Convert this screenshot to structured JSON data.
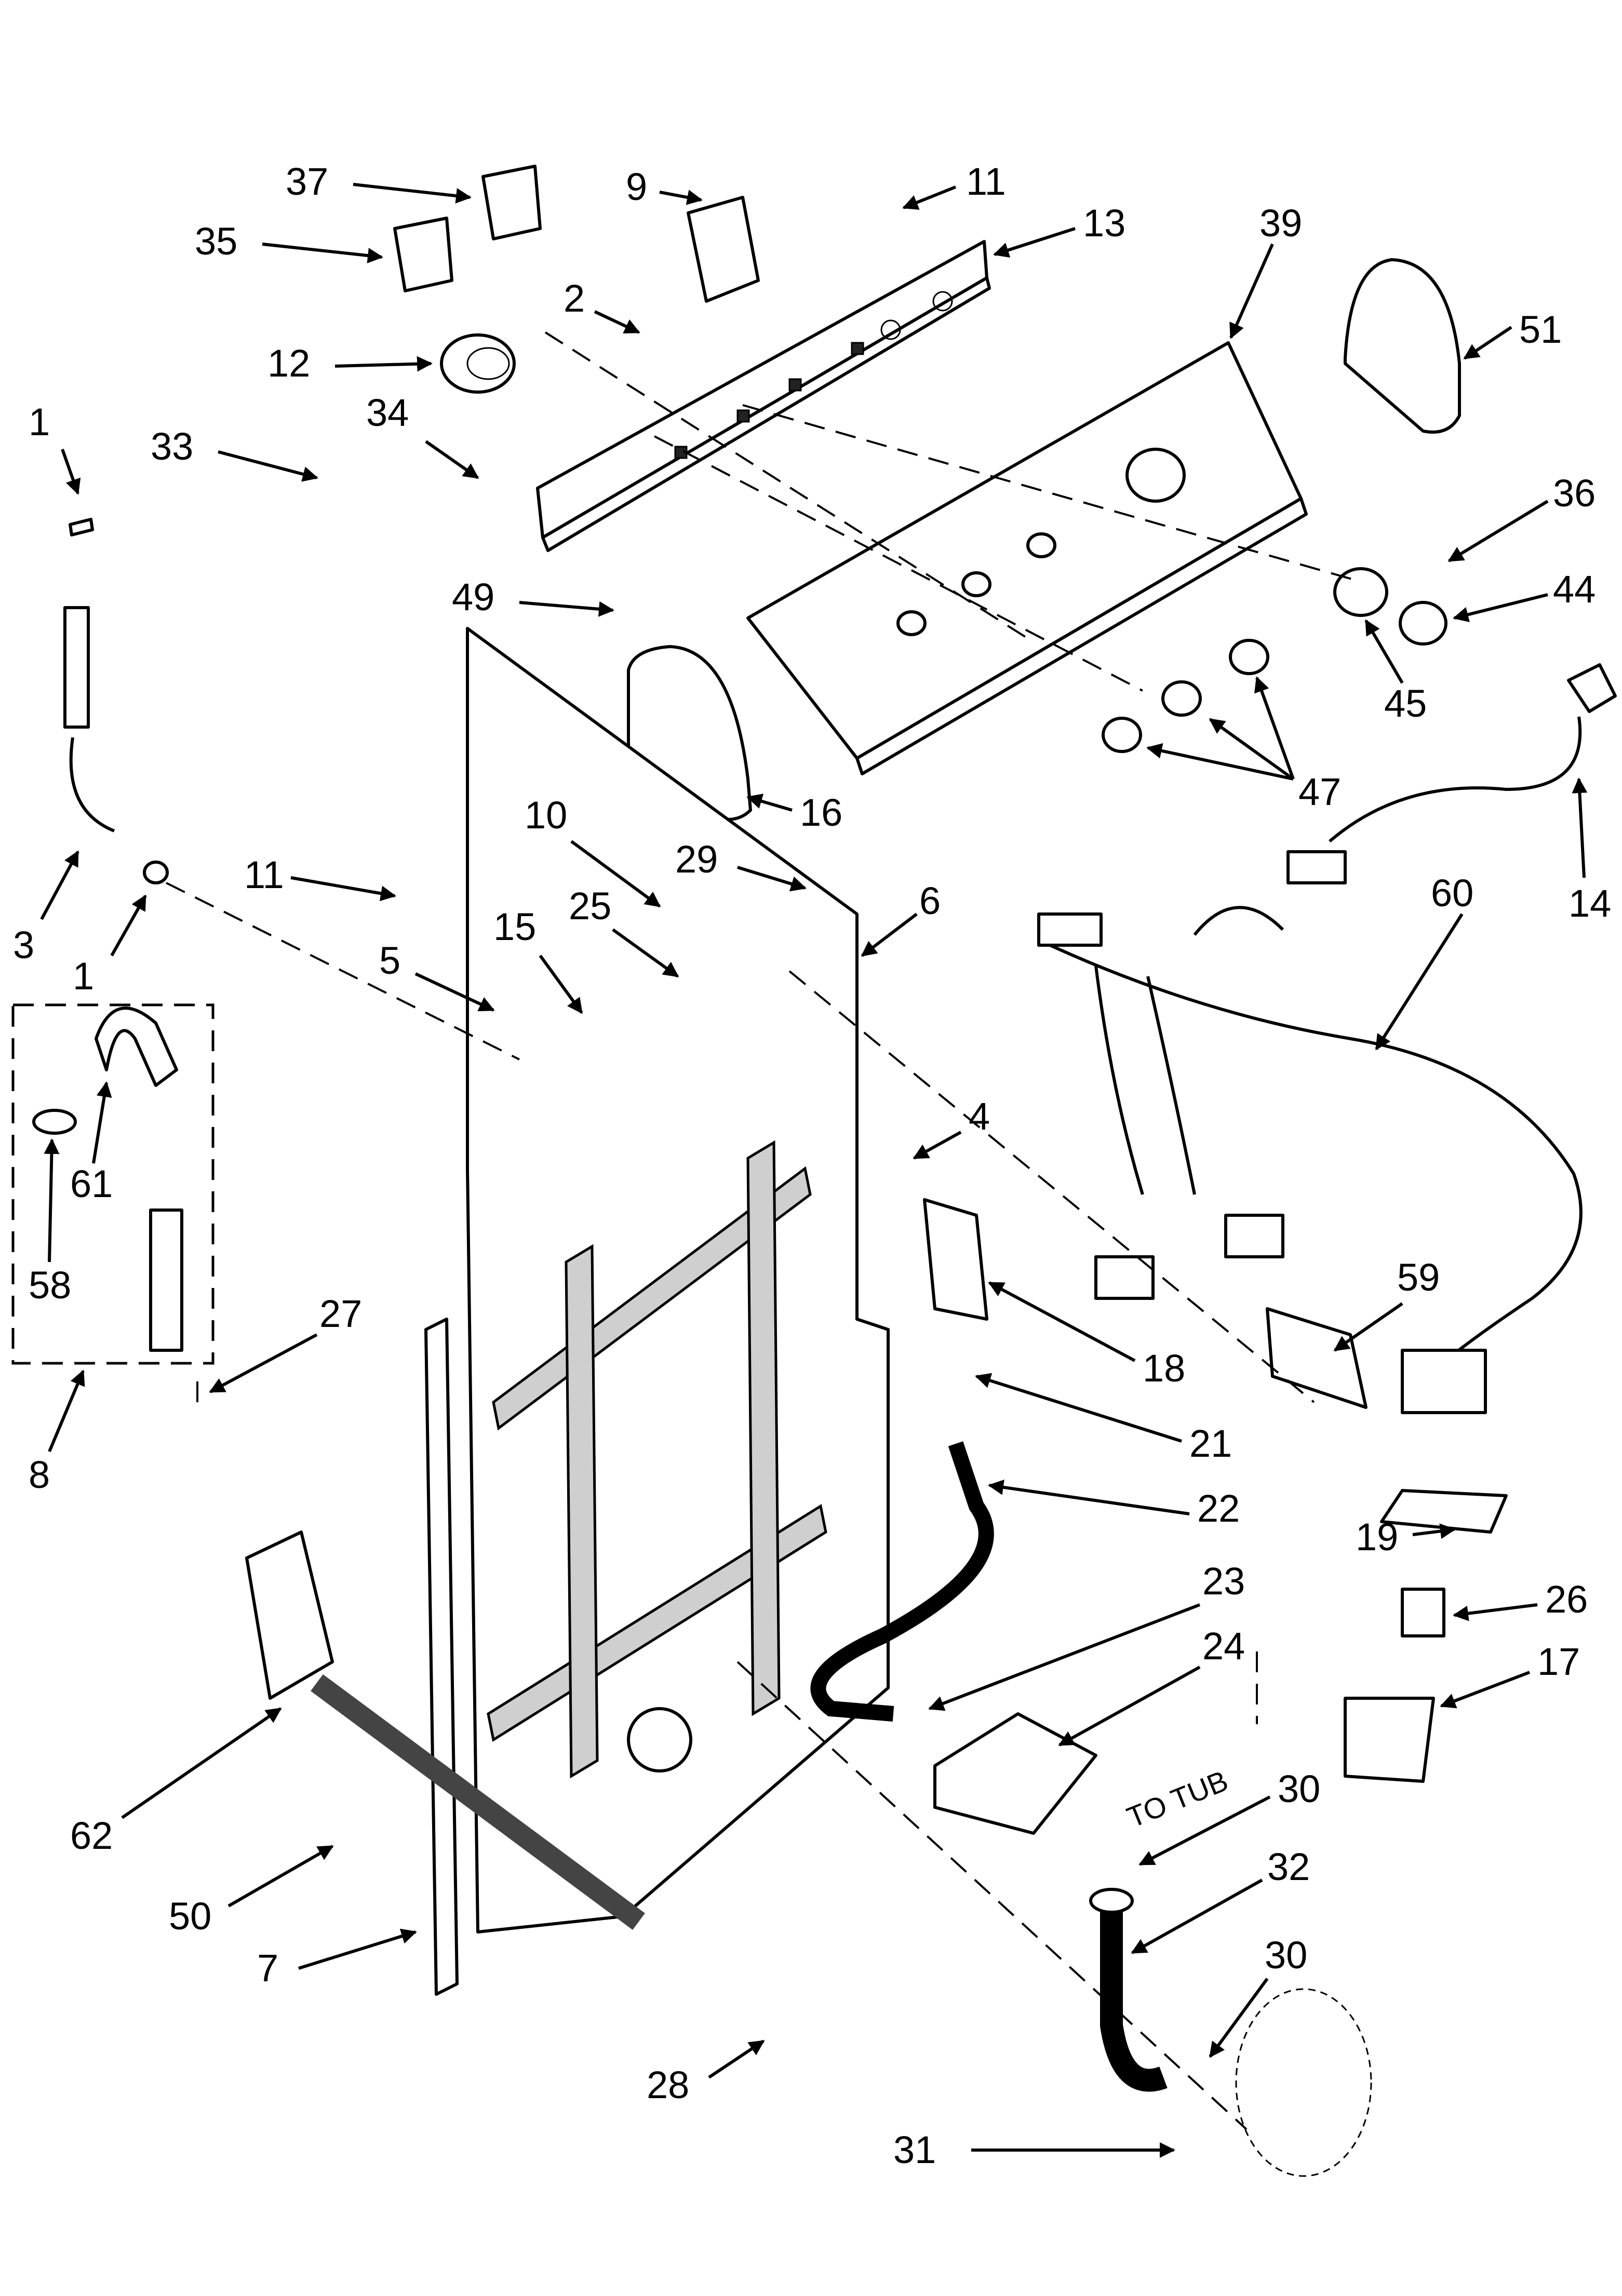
{
  "diagram": {
    "callouts": [
      "1",
      "3",
      "1",
      "33",
      "34",
      "12",
      "35",
      "37",
      "2",
      "9",
      "11",
      "13",
      "39",
      "51",
      "36",
      "44",
      "45",
      "47",
      "49",
      "16",
      "14",
      "60",
      "10",
      "29",
      "6",
      "11",
      "15",
      "25",
      "5",
      "4",
      "61",
      "58",
      "8",
      "27",
      "59",
      "18",
      "21",
      "22",
      "19",
      "26",
      "17",
      "23",
      "24",
      "30",
      "32",
      "30",
      "62",
      "50",
      "7",
      "28",
      "31"
    ],
    "to_tub_label": "TO TUB"
  }
}
